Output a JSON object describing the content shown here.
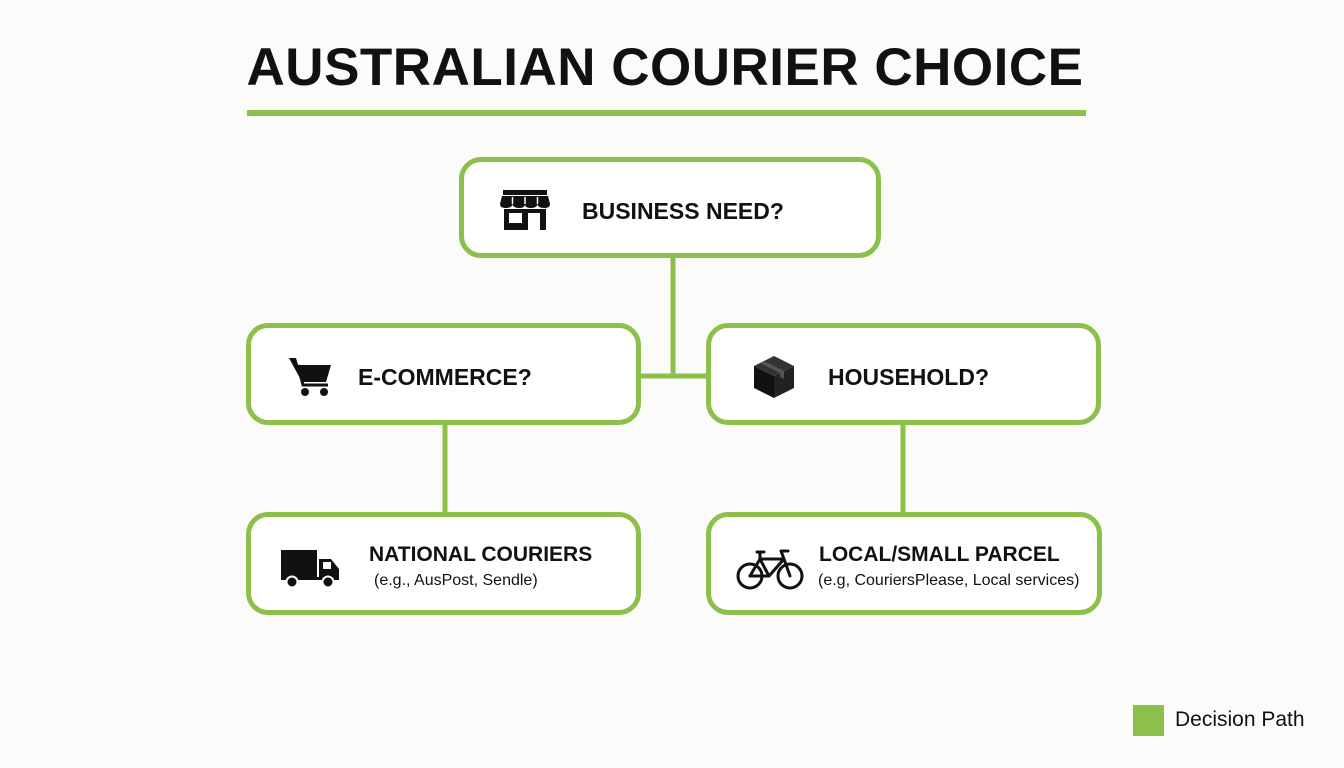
{
  "title": "AUSTRALIAN COURIER CHOICE",
  "colors": {
    "accent": "#8dc04a",
    "text": "#111111",
    "background": "#fbfbfa"
  },
  "nodes": {
    "business_need": {
      "label": "BUSINESS NEED?",
      "icon": "storefront-icon"
    },
    "ecommerce": {
      "label": "E-COMMERCE?",
      "icon": "shopping-cart-icon"
    },
    "household": {
      "label": "HOUSEHOLD?",
      "icon": "package-box-icon"
    },
    "national": {
      "label": "NATIONAL COURIERS",
      "sub": "(e.g., AusPost, Sendle)",
      "icon": "delivery-truck-icon"
    },
    "local": {
      "label": "LOCAL/SMALL PARCEL",
      "sub": "(e.g, CouriersPlease, Local services)",
      "icon": "bicycle-icon"
    }
  },
  "legend": {
    "label": "Decision Path",
    "color": "#8dc04a"
  }
}
